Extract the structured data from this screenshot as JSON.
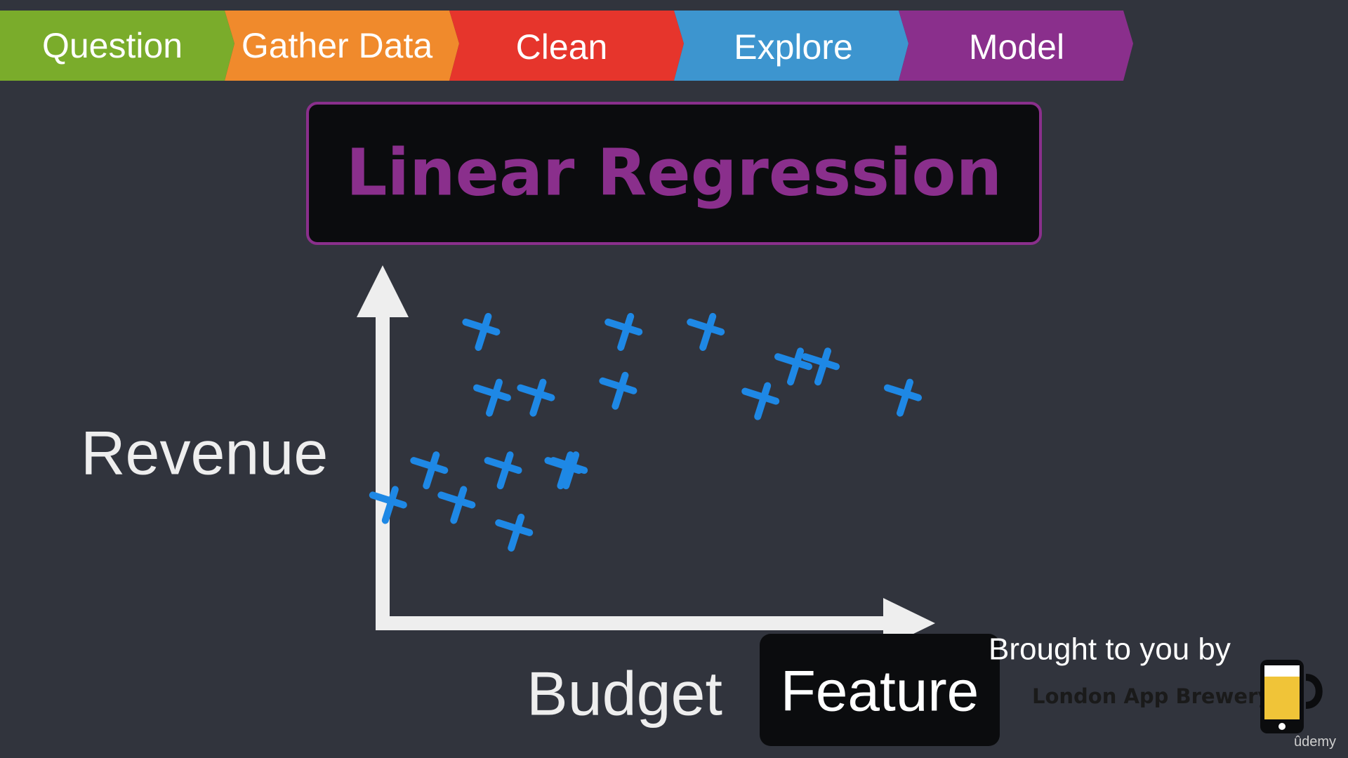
{
  "workflow": {
    "steps": [
      {
        "label": "Question",
        "color": "#7aac2b"
      },
      {
        "label": "Gather Data",
        "color": "#f08a2c"
      },
      {
        "label": "Clean",
        "color": "#e6352c"
      },
      {
        "label": "Explore",
        "color": "#3d95cf"
      },
      {
        "label": "Model",
        "color": "#8a2f8c"
      }
    ],
    "active_step": "Model"
  },
  "title": "Linear Regression",
  "chart_data": {
    "type": "scatter",
    "title": "",
    "xlabel": "Budget",
    "ylabel": "Revenue",
    "marker": "x",
    "marker_color": "#1e88e5",
    "axis_color": "#eeeeee",
    "grid": false,
    "legend": "none",
    "xlim": [
      0,
      10
    ],
    "ylim": [
      0,
      10
    ],
    "x": [
      0.1,
      0.85,
      1.35,
      1.8,
      2.0,
      2.2,
      2.4,
      2.8,
      3.3,
      3.4,
      4.3,
      4.4,
      5.9,
      6.9,
      7.5,
      8.0,
      9.5
    ],
    "y": [
      3.5,
      4.5,
      3.5,
      8.5,
      6.6,
      4.5,
      2.7,
      6.6,
      4.5,
      4.5,
      6.8,
      8.5,
      8.5,
      6.5,
      7.5,
      7.5,
      6.6
    ]
  },
  "feature_badge": "Feature",
  "credit": {
    "text": "Brought to you by",
    "brand": "London App Brewery",
    "platform": "ûdemy"
  },
  "icons": {
    "mug": "beer-mug-phone-icon"
  }
}
